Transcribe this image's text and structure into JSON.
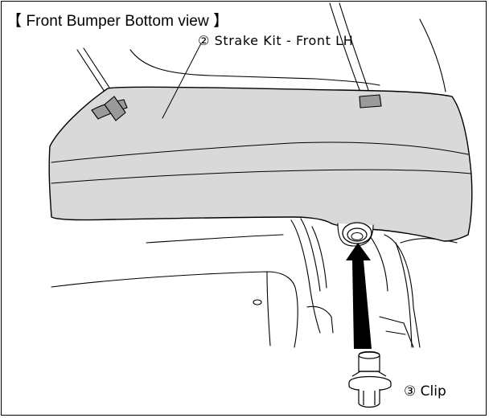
{
  "title": "【 Front Bumper Bottom view 】",
  "labels": {
    "strake_kit": "② Strake Kit - Front LH",
    "clip": "③ Clip"
  },
  "colors": {
    "part_fill": "#d9d9d9",
    "tape_fill": "#9a9a9a",
    "line": "#000000",
    "background": "#ffffff"
  },
  "icons": {
    "insertion_arrow": "up-arrow-icon"
  }
}
